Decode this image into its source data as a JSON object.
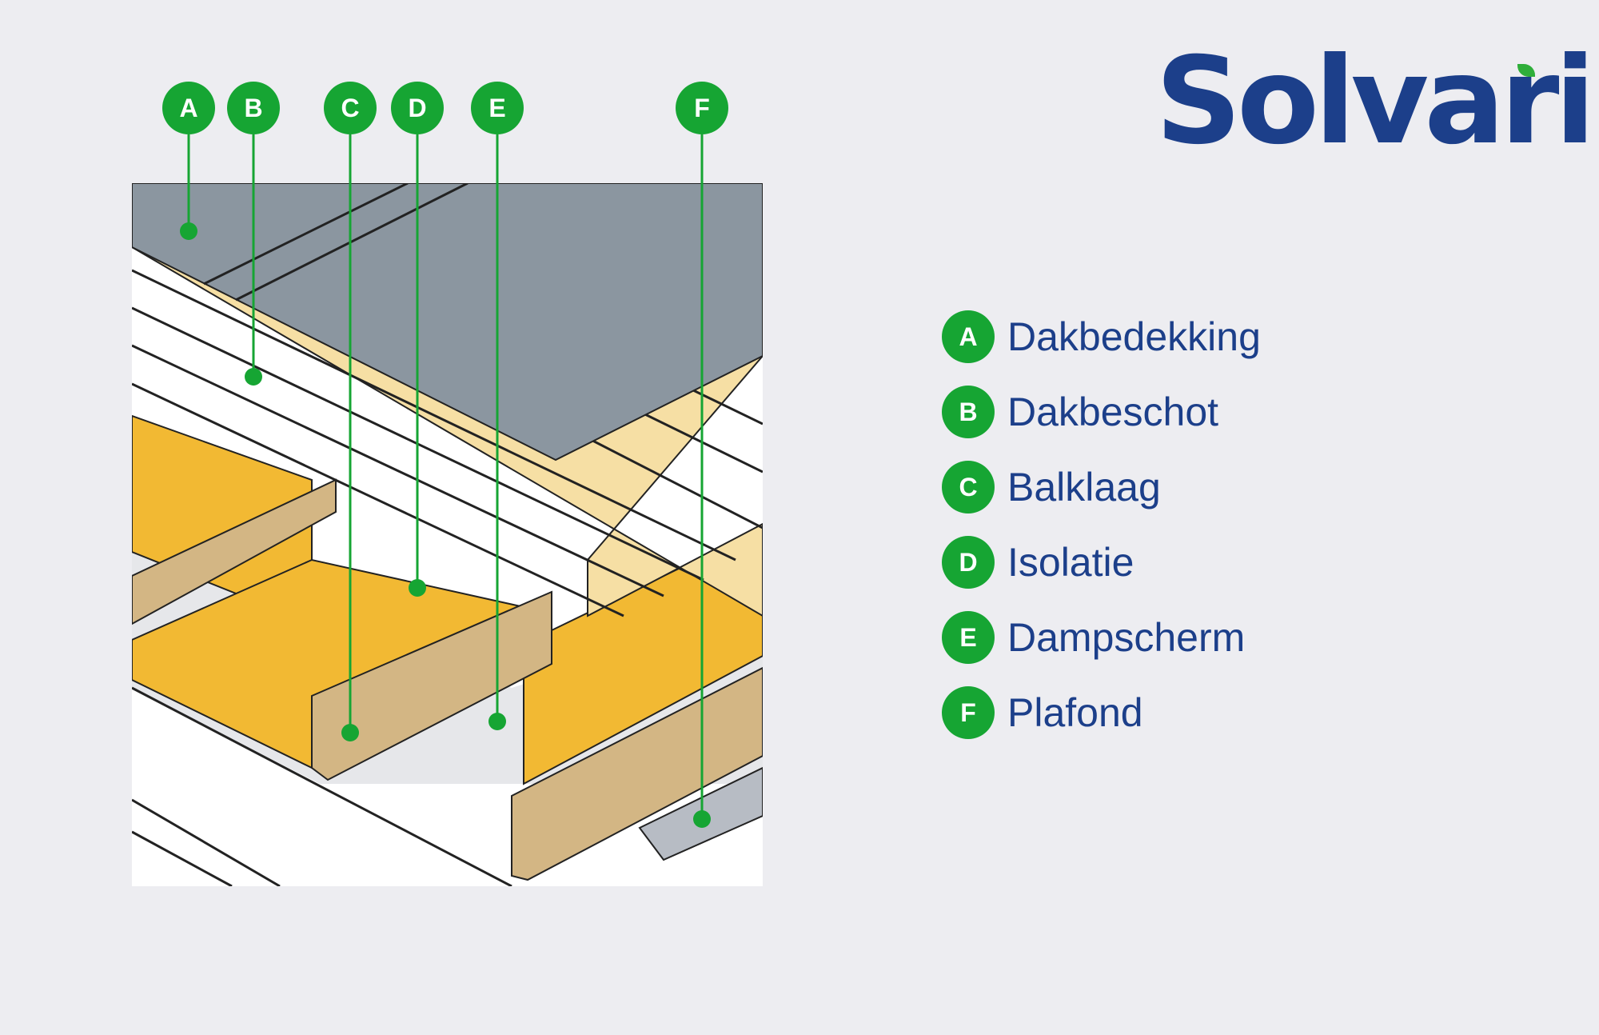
{
  "brand": {
    "name": "Solvari",
    "text_color": "#1c3f8a",
    "accent_color": "#2fae3a"
  },
  "colors": {
    "background": "#ededf1",
    "marker_green": "#16a533",
    "roofing": "#8b96a0",
    "plank": "#f6dfa4",
    "joist": "#d3b684",
    "insulation": "#f2b933",
    "vapor_barrier": "#e6e7ea",
    "ceiling": "#b7bcc4"
  },
  "markers": [
    {
      "letter": "A",
      "name": "Dakbedekking"
    },
    {
      "letter": "B",
      "name": "Dakbeschot"
    },
    {
      "letter": "C",
      "name": "Balklaag"
    },
    {
      "letter": "D",
      "name": "Isolatie"
    },
    {
      "letter": "E",
      "name": "Dampscherm"
    },
    {
      "letter": "F",
      "name": "Plafond"
    }
  ]
}
